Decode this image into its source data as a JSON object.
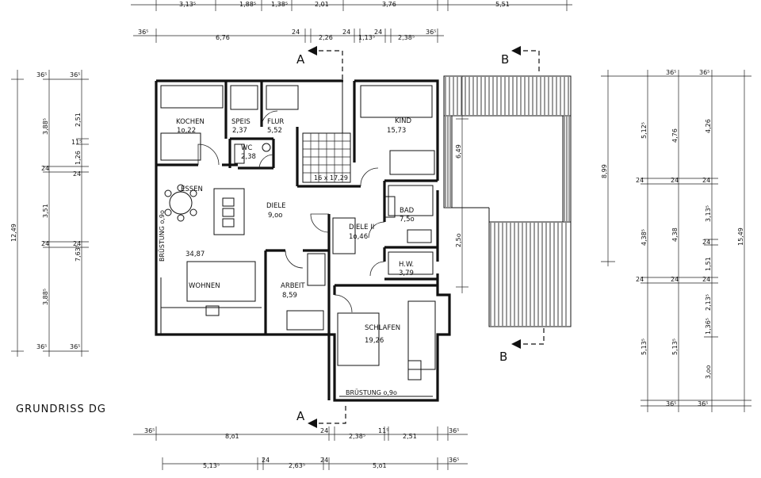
{
  "title": "GRUNDRISS  DG",
  "rooms": {
    "kochen": {
      "name": "KOCHEN",
      "area": "1o,22"
    },
    "speis": {
      "name": "SPEIS",
      "area": "2,37"
    },
    "flur": {
      "name": "FLUR",
      "area": "5,52"
    },
    "wc": {
      "name": "WC",
      "area": "2,38"
    },
    "kind": {
      "name": "KIND",
      "area": "15,73"
    },
    "essen": {
      "name": "ESSEN"
    },
    "diele": {
      "name": "DIELE",
      "area": "9,oo"
    },
    "diele2": {
      "name": "DIELE II",
      "area": "1o,46"
    },
    "bad": {
      "name": "BAD",
      "area": "7,5o"
    },
    "hw": {
      "name": "H.W.",
      "area": "3,79"
    },
    "wohnen": {
      "name": "WOHNEN",
      "area": "34,87"
    },
    "arbeit": {
      "name": "ARBEIT",
      "area": "8,59"
    },
    "schlafen": {
      "name": "SCHLAFEN",
      "area": "19,26"
    }
  },
  "labels": {
    "stair": "16 x 17,29",
    "brustung_left": "BRÜSTUNG o,9o",
    "brustung_bottom": "BRÜSTUNG  o,9o"
  },
  "sections": {
    "a_top": "A",
    "a_bottom": "A",
    "b_top": "B",
    "b_bottom": "B"
  },
  "dims": {
    "top1": [
      "3,13⁵",
      "1,88⁵",
      "1,38⁵",
      "2,01",
      "3,76",
      "5,51"
    ],
    "top2": [
      "36⁵",
      "6,76",
      "24",
      "2,26",
      "24",
      "1,13⁵",
      "24",
      "2,38⁵",
      "36⁵"
    ],
    "left_outer": [
      "36⁵",
      "12,49",
      "36⁵"
    ],
    "left_inner": [
      "3,88⁵",
      "3,51",
      "3,88⁵"
    ],
    "left_inner2": [
      "36⁵",
      "2,51",
      "11⁵",
      "1,26",
      "24",
      "7,63⁵",
      "24",
      "36⁵"
    ],
    "left_ticks": [
      "24",
      "24"
    ],
    "bottom1": [
      "36⁵",
      "8,o1",
      "24",
      "2,38⁵",
      "11⁵",
      "2,51",
      "36⁵"
    ],
    "bottom2": [
      "5,13⁵",
      "24",
      "2,63⁵",
      "24",
      "5,o1",
      "36⁵"
    ],
    "right_a": [
      "6,49",
      "2,5o"
    ],
    "right_b": [
      "8,99"
    ],
    "right_c": [
      "5,12⁵",
      "4,38⁵",
      "5,13⁵",
      "24",
      "24"
    ],
    "right_d": [
      "36⁵",
      "4,76",
      "24",
      "4,38",
      "24",
      "5,13⁵",
      "36⁵"
    ],
    "right_e": [
      "36⁵",
      "4,26",
      "24",
      "3,13⁵",
      "24",
      "1,51",
      "24",
      "2,13⁵",
      "1,36⁵",
      "3,oo",
      "36⁵"
    ],
    "right_f": [
      "15,49"
    ]
  }
}
